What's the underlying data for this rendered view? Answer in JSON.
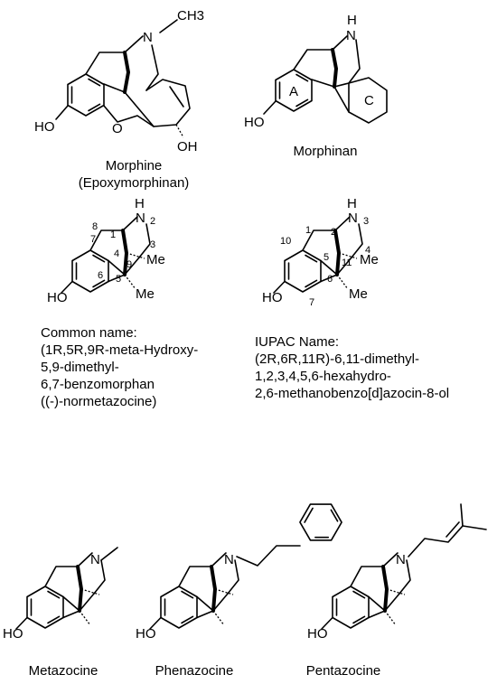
{
  "molecules": {
    "morphine": {
      "name": "Morphine",
      "subtitle": "(Epoxymorphinan)",
      "atoms": {
        "n": "N",
        "methyl": "CH3",
        "o": "O",
        "ho": "HO",
        "oh": "OH"
      }
    },
    "morphinan": {
      "name": "Morphinan",
      "atoms": {
        "nh": "N",
        "h": "H",
        "ho": "HO"
      },
      "ring_labels": {
        "a": "A",
        "c": "C"
      }
    },
    "normetazocine": {
      "atoms": {
        "n": "N",
        "h": "H",
        "ho": "HO",
        "me1": "Me",
        "me2": "Me"
      },
      "locants": {
        "l1": "1",
        "l2": "2",
        "l3": "3",
        "l4": "4",
        "l5": "5",
        "l6": "6",
        "l7": "7",
        "l8": "8",
        "l9": "9"
      },
      "caption": [
        "Common name:",
        "(1R,5R,9R-meta-Hydroxy-",
        "5,9-dimethyl-",
        "6,7-benzomorphan",
        "((-)-normetazocine)"
      ]
    },
    "iupac": {
      "atoms": {
        "n": "N",
        "h": "H",
        "ho": "HO",
        "me1": "Me",
        "me2": "Me"
      },
      "locants": {
        "l1": "1",
        "l2": "2",
        "l3": "3",
        "l4": "4",
        "l5": "5",
        "l6": "6",
        "l7": "7",
        "l10": "10",
        "l11": "11"
      },
      "caption": [
        "IUPAC Name:",
        "(2R,6R,11R)-6,11-dimethyl-",
        "1,2,3,4,5,6-hexahydro-",
        "2,6-methanobenzo[d]azocin-8-ol"
      ]
    },
    "metazocine": {
      "name": "Metazocine",
      "atoms": {
        "n": "N",
        "ho": "HO"
      }
    },
    "phenazocine": {
      "name": "Phenazocine",
      "atoms": {
        "n": "N",
        "ho": "HO"
      }
    },
    "pentazocine": {
      "name": "Pentazocine",
      "atoms": {
        "n": "N",
        "ho": "HO"
      }
    }
  }
}
